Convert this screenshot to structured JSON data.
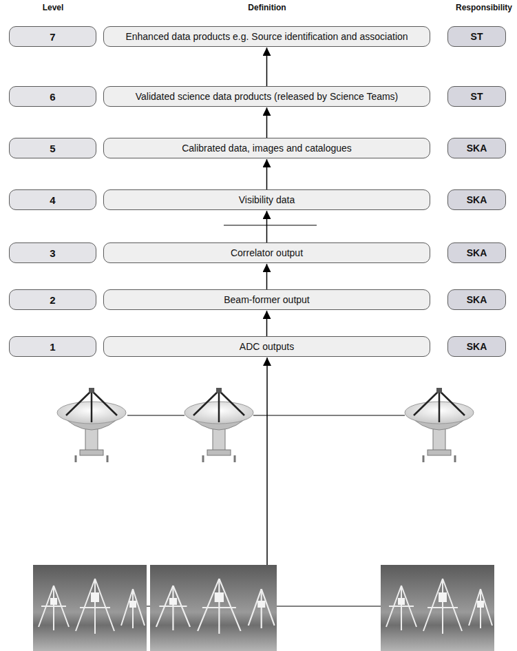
{
  "diagram": {
    "nodes": [
      {
        "text": [
          "7"
        ]
      },
      {
        "text": [
          "Enhanced data products e.g. Source identification and association"
        ]
      },
      {
        "text": [
          "ST"
        ]
      },
      {
        "text": [
          "6"
        ]
      },
      {
        "text": [
          "Validated science data products (released by Science Teams)"
        ]
      },
      {
        "text": [
          "ST"
        ]
      },
      {
        "text": [
          "5"
        ]
      },
      {
        "text": [
          "Calibrated data, images and catalogues"
        ]
      },
      {
        "text": [
          "SKA"
        ]
      },
      {
        "text": [
          "4"
        ]
      },
      {
        "text": [
          "Visibility data"
        ]
      },
      {
        "text": [
          "SKA"
        ]
      },
      {
        "text": [
          "3"
        ]
      },
      {
        "text": [
          "Correlator output"
        ]
      },
      {
        "text": [
          "SKA"
        ]
      },
      {
        "text": [
          "2"
        ]
      },
      {
        "text": [
          "Beam-former output"
        ]
      },
      {
        "text": [
          "SKA"
        ]
      },
      {
        "text": [
          "1"
        ]
      },
      {
        "text": [
          "ADC outputs"
        ]
      },
      {
        "text": [
          "SKA"
        ]
      }
    ],
    "edges": [
      {
        "from": 19,
        "to": 16,
        "arrow": "to"
      },
      {
        "from": 16,
        "to": 13,
        "arrow": "to"
      },
      {
        "from": 13,
        "to": 10,
        "arrow": "to"
      },
      {
        "from": 10,
        "to": 7,
        "arrow": "to"
      },
      {
        "from": 7,
        "to": 4,
        "arrow": "to"
      },
      {
        "from": 4,
        "to": 1,
        "arrow": "to"
      }
    ],
    "labels": [
      "Level",
      "Definition",
      "Responsibility"
    ]
  }
}
